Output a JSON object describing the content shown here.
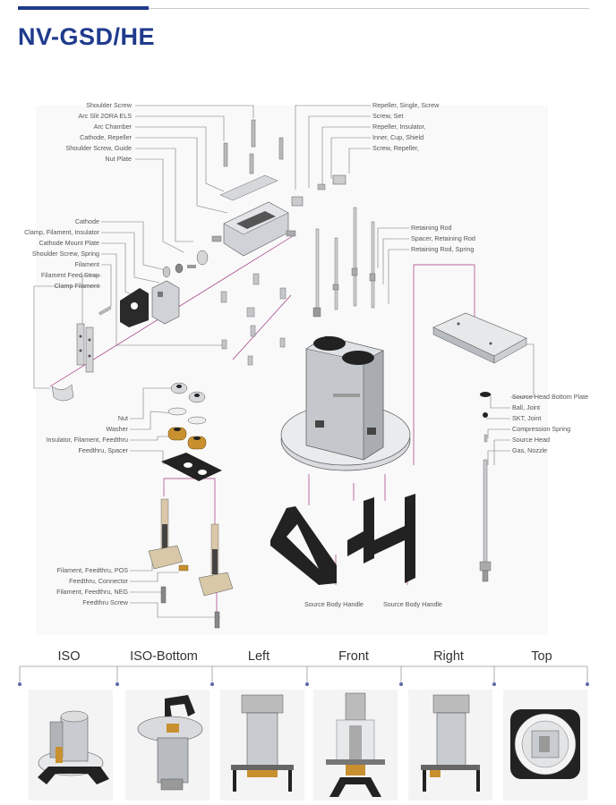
{
  "page": {
    "title": "NV-GSD/HE"
  },
  "labels_left_top": [
    "Shoulder Screw",
    "Arc Slit 2ORA ELS",
    "Arc Chamber",
    "Cathode, Repeller",
    "Shoulder Screw, Guide",
    "Nut Plate"
  ],
  "labels_right_top": [
    "Repeller, Single, Screw",
    "Screw, Set",
    "Repeller, Insulator,",
    "Inner, Cup, Shield",
    "Screw, Repeller,"
  ],
  "labels_left_mid": [
    "Cathode",
    "Clamp, Filament, Insulator",
    "Cathode Mount Plate",
    "Shoulder Screw, Spring",
    "Filament",
    "Filament Feed Strap",
    "Clamp  Filament"
  ],
  "labels_right_mid": [
    "Retaining Rod",
    "Spacer, Retaining Rod",
    "Retaining Rod, Spring"
  ],
  "labels_right_lower": [
    "Source Head Bottom Plate",
    "Ball, Joint",
    "SKT, Joint",
    "Compression Spring",
    "Source Head",
    "Gas, Nozzle"
  ],
  "labels_left_lower": [
    "Nut",
    "Washer",
    "Insulator, Filament, Feedthru",
    "Feedthru, Spacer"
  ],
  "labels_left_bottom": [
    "Filament, Feedthru, POS",
    "Feedthru, Connector",
    "Filament, Feedthru, NEG",
    "Feedthru Screw"
  ],
  "labels_handles": [
    "Source Body Handle",
    "Source Body Handle"
  ],
  "views": [
    "ISO",
    "ISO-Bottom",
    "Left",
    "Front",
    "Right",
    "Top"
  ],
  "colors": {
    "brand": "#1f3b8c",
    "leader": "#a0357f",
    "line": "#6a6a6a",
    "metal": "#c7cbd0",
    "dark": "#2a2a2a",
    "bronze": "#c8902f"
  }
}
